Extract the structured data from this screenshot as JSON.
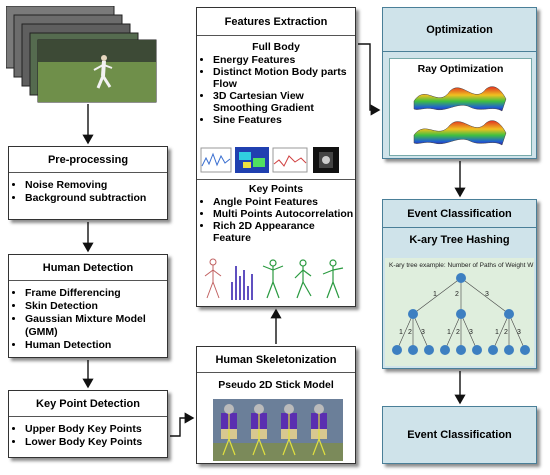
{
  "features_extraction": {
    "title": "Features Extraction",
    "full_body": {
      "title": "Full Body",
      "items": [
        "Energy Features",
        "Distinct Motion Body parts Flow",
        "3D Cartesian View Smoothing Gradient",
        "Sine Features"
      ]
    },
    "key_points": {
      "title": "Key Points",
      "items": [
        "Angle Point Features",
        "Multi Points Autocorrelation",
        "Rich 2D Appearance Feature"
      ]
    }
  },
  "preprocessing": {
    "title": "Pre-processing",
    "items": [
      "Noise Removing",
      "Background subtraction"
    ]
  },
  "human_detection": {
    "title": "Human Detection",
    "items": [
      "Frame Differencing",
      "Skin Detection",
      "Gaussian Mixture Model (GMM)",
      "Human Detection"
    ]
  },
  "key_point_detection": {
    "title": "Key Point Detection",
    "items": [
      "Upper Body Key Points",
      "Lower Body Key Points"
    ]
  },
  "human_skeletonization": {
    "title": "Human Skeletonization",
    "subtitle": "Pseudo 2D Stick Model"
  },
  "optimization": {
    "title": "Optimization",
    "subtitle": "Ray Optimization"
  },
  "event_classification_box": {
    "title": "Event Classification",
    "subtitle": "K-ary Tree Hashing",
    "tree_caption": "K-ary tree example: Number of Paths of Weight W",
    "tree_labels": [
      "1",
      "2",
      "3",
      "1",
      "2",
      "3",
      "1",
      "2",
      "3",
      "1",
      "2",
      "3"
    ]
  },
  "final_event_classification": {
    "title": "Event Classification"
  },
  "colors": {
    "blue_box": "#cfe3ea",
    "tree_background": "#dfeedd",
    "tree_node": "#3d7fc1"
  }
}
